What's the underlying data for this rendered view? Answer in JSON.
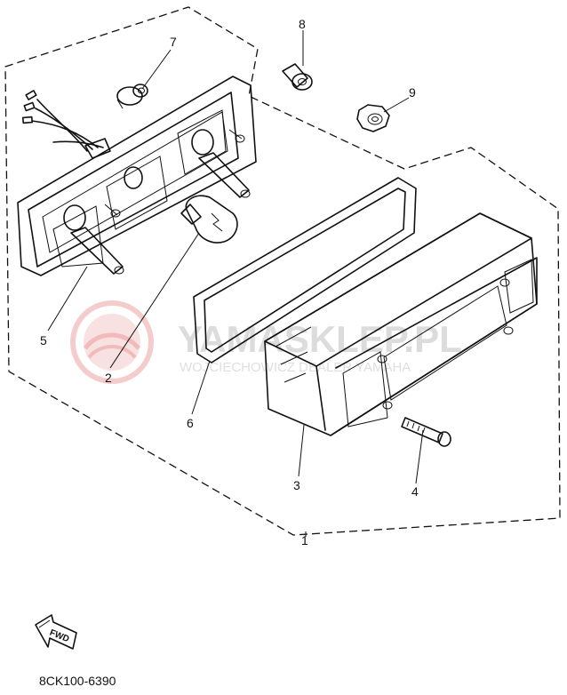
{
  "callouts": [
    {
      "id": "1",
      "label": "1"
    },
    {
      "id": "2",
      "label": "2"
    },
    {
      "id": "3",
      "label": "3"
    },
    {
      "id": "4",
      "label": "4"
    },
    {
      "id": "5",
      "label": "5"
    },
    {
      "id": "6",
      "label": "6"
    },
    {
      "id": "7",
      "label": "7"
    },
    {
      "id": "8",
      "label": "8"
    },
    {
      "id": "9",
      "label": "9"
    }
  ],
  "direction_arrow": {
    "label": "FWD"
  },
  "watermark": {
    "brand": "YAMASKLEP.PL",
    "tagline": "WOJCIECHOWICZ DEALER YAMAHA"
  },
  "diagram_code": "8CK100-6390"
}
